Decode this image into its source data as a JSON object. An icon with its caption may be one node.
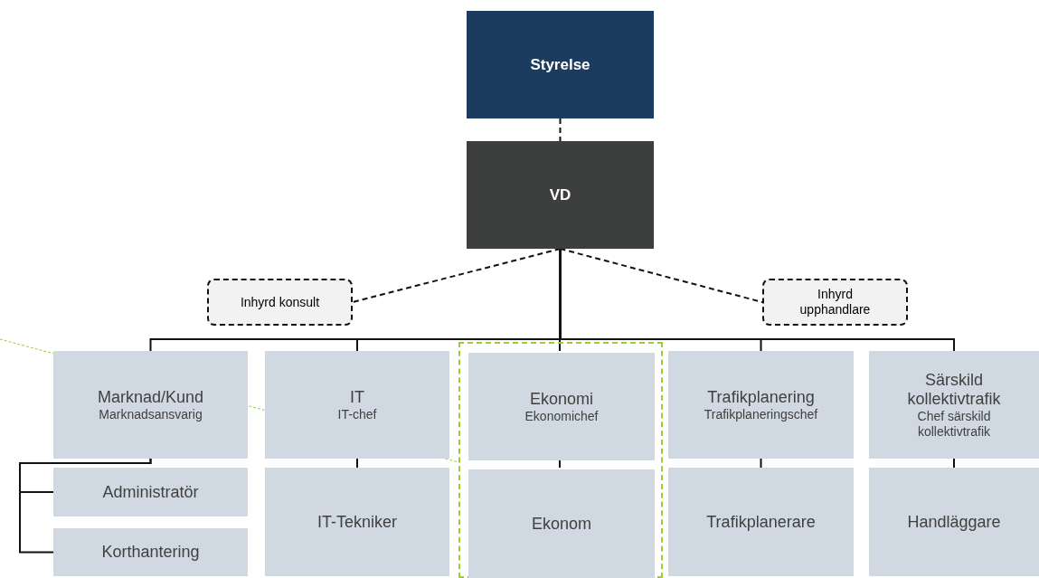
{
  "diagram": {
    "nodes": [
      {
        "text": [
          "Styrelse"
        ]
      },
      {
        "text": [
          "VD"
        ]
      },
      {
        "text": [
          "Inhyrd konsult"
        ]
      },
      {
        "text": [
          "Inhyrd upphandlare"
        ]
      },
      {
        "text": [
          "Marknad/Kund",
          "Marknadsansvarig"
        ]
      },
      {
        "text": [
          "IT",
          "IT-chef"
        ]
      },
      {
        "text": [],
        "shape": "box"
      },
      {
        "text": [
          "Ekonomi",
          "Ekonomichef"
        ],
        "in": 6
      },
      {
        "text": [
          "Trafikplanering",
          "Trafikplaneringschef"
        ]
      },
      {
        "text": [
          "Särskild kollektivtrafik",
          "Chef särskild kollektivtrafik"
        ]
      },
      {
        "text": [
          "Administratör"
        ]
      },
      {
        "text": [
          "Korthantering"
        ]
      },
      {
        "text": [
          "IT-Tekniker"
        ]
      },
      {
        "text": [
          "Ekonom"
        ],
        "in": 6
      },
      {
        "text": [
          "Trafikplanerare"
        ]
      },
      {
        "text": [
          "Handläggare"
        ]
      }
    ],
    "edges": [
      {
        "from": 0,
        "to": 1,
        "arrow": "none",
        "style": "dashed"
      },
      {
        "from": 1,
        "to": 2,
        "arrow": "none",
        "style": "dashed"
      },
      {
        "from": 1,
        "to": 3,
        "arrow": "none",
        "style": "dashed"
      },
      {
        "from": 1,
        "to": 4,
        "arrow": "none"
      },
      {
        "from": 1,
        "to": 5,
        "arrow": "none"
      },
      {
        "from": 1,
        "to": 7,
        "arrow": "none"
      },
      {
        "from": 1,
        "to": 8,
        "arrow": "none"
      },
      {
        "from": 1,
        "to": 9,
        "arrow": "none"
      },
      {
        "from": 4,
        "to": 10,
        "arrow": "none"
      },
      {
        "from": 4,
        "to": 11,
        "arrow": "none"
      },
      {
        "from": 5,
        "to": 12,
        "arrow": "none"
      },
      {
        "from": 7,
        "to": 13,
        "arrow": "none"
      },
      {
        "from": 8,
        "to": 14,
        "arrow": "none"
      },
      {
        "from": 9,
        "to": 15,
        "arrow": "none"
      },
      {
        "from": null,
        "to": 6,
        "arrow": "none",
        "style": "dashed",
        "color": "#9acd32"
      }
    ]
  }
}
